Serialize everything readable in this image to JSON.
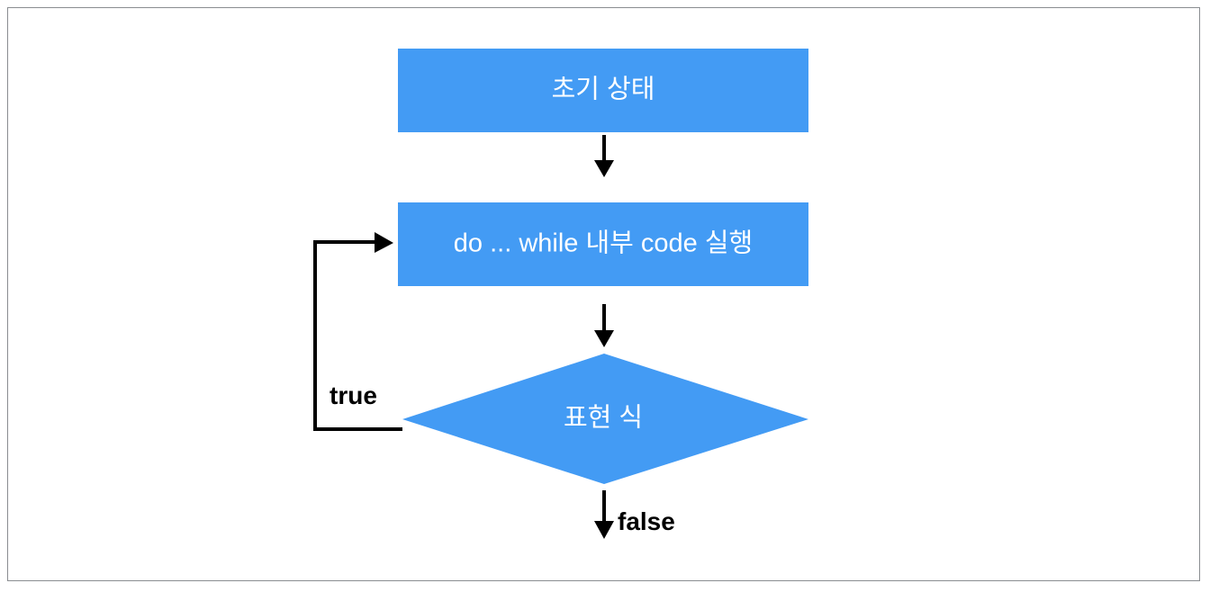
{
  "diagram": {
    "title": "do ... while flowchart",
    "colors": {
      "node_fill": "#439bf4",
      "node_text": "#ffffff",
      "edge_line": "#000000",
      "edge_label_text": "#000000",
      "page_background": "#ffffff",
      "page_border": "#8a8d91"
    },
    "nodes": [
      {
        "id": "initial-state",
        "shape": "rectangle",
        "label": "초기 상태"
      },
      {
        "id": "loop-body",
        "shape": "rectangle",
        "label": "do ... while 내부 code 실행"
      },
      {
        "id": "condition",
        "shape": "diamond",
        "label": "표현 식"
      }
    ],
    "edges": [
      {
        "id": "initial-to-body",
        "from": "initial-state",
        "to": "loop-body",
        "label": ""
      },
      {
        "id": "body-to-condition",
        "from": "loop-body",
        "to": "condition",
        "label": ""
      },
      {
        "id": "condition-true-loopback",
        "from": "condition",
        "to": "loop-body",
        "label": "true"
      },
      {
        "id": "condition-false-exit",
        "from": "condition",
        "to": "",
        "label": "false"
      }
    ]
  }
}
